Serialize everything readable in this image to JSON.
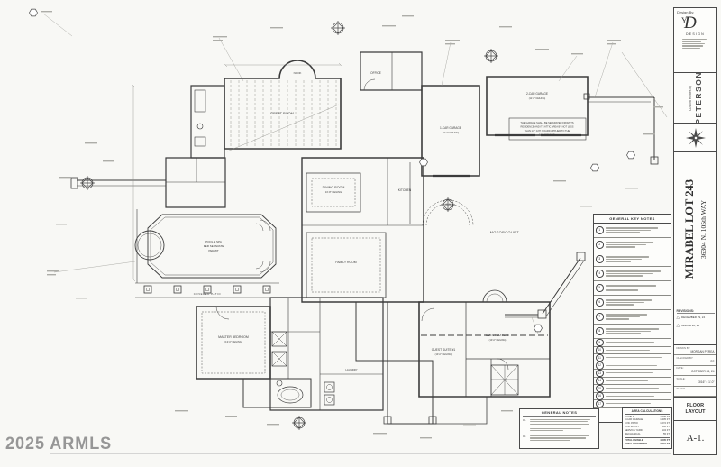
{
  "watermark": "2025 ARMLS",
  "title_block": {
    "design_by_label": "Design By:",
    "designer_initial": "D",
    "designer_glyph": "Y",
    "designer_name": "DESIGN",
    "builder_label": "Custom Homes by",
    "builder_name": "PETERSON",
    "project_name": "MIRABEL LOT 243",
    "project_address": "36304 N. 105th WAY",
    "revisions_label": "REVISIONS:",
    "revisions": [
      {
        "marker": "△",
        "text": "DECEMBER 29, 24"
      },
      {
        "marker": "△",
        "text": "MARCH 28, 25"
      }
    ],
    "fields": [
      {
        "label": "DRAWN BY:",
        "value": "MORGAN PEREA"
      },
      {
        "label": "CHECKED BY:",
        "value": "SS"
      },
      {
        "label": "DATE:",
        "value": "OCTOBER 28, 24"
      },
      {
        "label": "SCALE:",
        "value": "3/16\" = 1'-0\""
      },
      {
        "label": "SHEET:",
        "value": ""
      }
    ],
    "sheet_title": "FLOOR LAYOUT",
    "sheet_number": "A-1."
  },
  "key_notes": {
    "title": "GENERAL KEY NOTES",
    "count": 17
  },
  "general_notes": {
    "title": "GENERAL NOTES",
    "items": [
      "01.",
      "02."
    ]
  },
  "area_calculations": {
    "title": "AREA CALCULATIONS",
    "rows": [
      {
        "label": "LIVABLE",
        "value": "4,505 FT"
      },
      {
        "label": "3-CAR GARAGE",
        "value": "1,405 FT"
      },
      {
        "label": "CVD. PATIO",
        "value": "1,072 FT"
      },
      {
        "label": "CVD. ENTRY",
        "value": "230 FT"
      },
      {
        "label": "SERVICE YARD",
        "value": "134 FT"
      },
      {
        "label": "MECHANICAL",
        "value": "55 FT"
      }
    ],
    "totals": [
      {
        "label": "TOTAL LIVABLE",
        "value": "4,505 FT"
      },
      {
        "label": "TOTAL FOOTPRINT",
        "value": "7,401 FT"
      }
    ]
  },
  "plan": {
    "labels": {
      "nook": "NOOK",
      "great_room": "GREAT ROOM",
      "dining_room": "DINING ROOM",
      "dining_clg": "13'-8\" CEILING",
      "family_room": "FAMILY ROOM",
      "kitchen": "KITCHEN",
      "office": "OFFICE",
      "motorcourt": "MOTORCOURT",
      "covered_patio": "COVERED PATIO",
      "laundry": "LAUNDRY",
      "pool_lines": [
        "POOL & SPA",
        "PER SEPARATE",
        "PERMIT"
      ],
      "garage1_lines": [
        "1-CAR GARAGE",
        "(11'-0\" CEILING)"
      ],
      "garage2_lines": [
        "2-CAR GARAGE",
        "(11'-0\" CEILING)"
      ],
      "master_lines": [
        "MASTER BEDROOM",
        "(13'-0\" CEILING)"
      ],
      "guest1_lines": [
        "GUEST SUITE #1",
        "(10'-0\" CEILING)"
      ],
      "guest2_lines": [
        "GUEST SUITE #2",
        "(10'-0\" CEILING)"
      ],
      "garage_note_lines": [
        "THE GARAGE SHALL BE SEPARATED FROM ITS",
        "RESIDENCE AND ITS ATTIC AREA BY NOT LESS",
        "THAN 1/2\" GYP. BOARD APPLIED TO THE",
        "GARAGE SIDE."
      ]
    }
  }
}
